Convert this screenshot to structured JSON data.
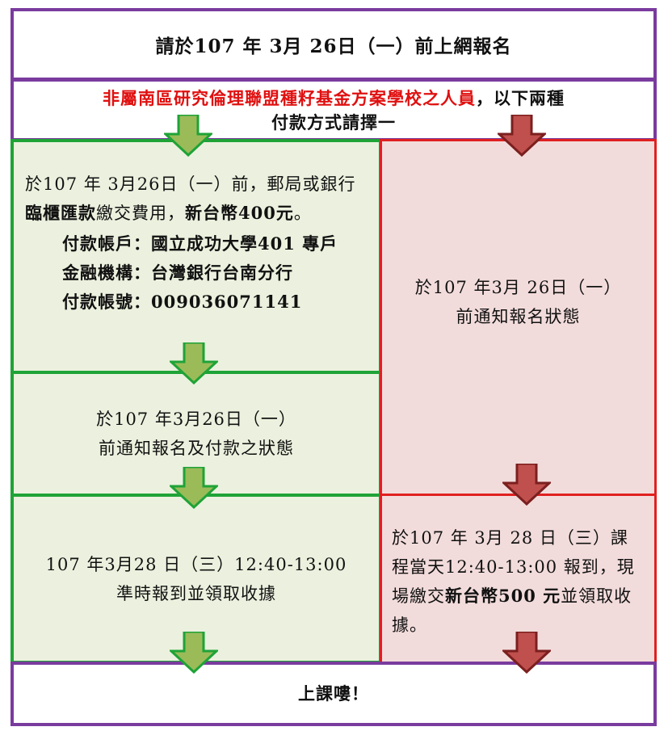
{
  "header": {
    "title": "請於107 年 3月 26日（一）前上網報名"
  },
  "intro": {
    "red_text": "非屬南區研究倫理聯盟種籽基金方案學校之人員",
    "rest_text": "，以下兩種",
    "line2": "付款方式請擇一"
  },
  "left": {
    "step1": {
      "text_a": "於107 年 3月26日（一）前，郵局或銀行",
      "bold_a": "臨櫃匯款",
      "text_b": "繳交費用，",
      "bold_b": "新台幣400元",
      "text_c": "。",
      "account_label": "付款帳戶：",
      "account_value": "國立成功大學401 專戶",
      "bank_label": "金融機構：",
      "bank_value": "台灣銀行台南分行",
      "number_label": "付款帳號：",
      "number_value": "009036071141"
    },
    "step2": {
      "line1": "於107 年3月26日（一）",
      "line2": "前通知報名及付款之狀態"
    },
    "step3": {
      "line1": "107 年3月28 日（三）12:40-13:00",
      "line2": "準時報到並領取收據"
    }
  },
  "right": {
    "step1": {
      "line1": "於107 年3月 26日（一）",
      "line2": "前通知報名狀態"
    },
    "step2": {
      "text_a": "於107 年 3月 28 日（三）課程當天12:40-13:00 報到，現場繳交",
      "bold": "新台幣500 元",
      "text_b": "並領取收據。"
    }
  },
  "footer": {
    "text": "上課嘍！"
  },
  "colors": {
    "purple": "#7a3b9e",
    "green": "#1fa337",
    "red": "#e02020",
    "green_fill": "#ebf1de",
    "red_fill": "#f2dcdb",
    "green_arrow": "#9bbb59",
    "red_arrow": "#c0504d"
  }
}
